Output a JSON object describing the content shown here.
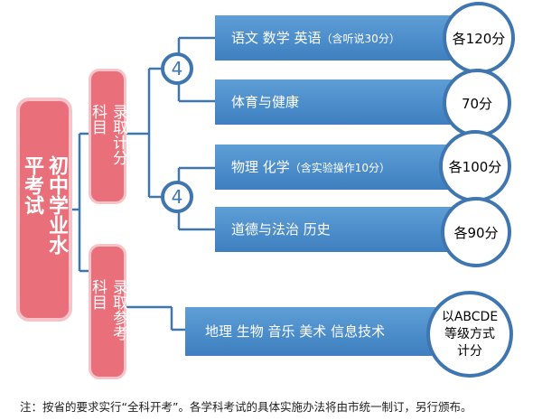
{
  "main_title": "初中学业水平考试",
  "categories": [
    {
      "label": "录取计分科目"
    },
    {
      "label": "录取参考科目"
    }
  ],
  "group_counts": [
    "4",
    "4"
  ],
  "subjects": [
    {
      "text": "语文 数学 英语",
      "suffix": "（含听说30分）",
      "score": "各120分"
    },
    {
      "text": "体育与健康",
      "suffix": "",
      "score": "70分"
    },
    {
      "text": "物理 化学",
      "suffix": "（含实验操作10分）",
      "score": "各100分"
    },
    {
      "text": "道德与法治 历史",
      "suffix": "",
      "score": "各90分"
    }
  ],
  "reference": {
    "text": "地理 生物 音乐 美术 信息技术",
    "score_lines": [
      "以ABCDE",
      "等级方式",
      "计分"
    ]
  },
  "note": "注：按省的要求实行“全科开考”。各学科考试的具体实施办法将由市统一制订，另行颁布。",
  "colors": {
    "pink": "#e9707a",
    "pink_border": "#f6c4c8",
    "blue": "#4a8bc9",
    "blue_dark": "#3f76b0"
  }
}
